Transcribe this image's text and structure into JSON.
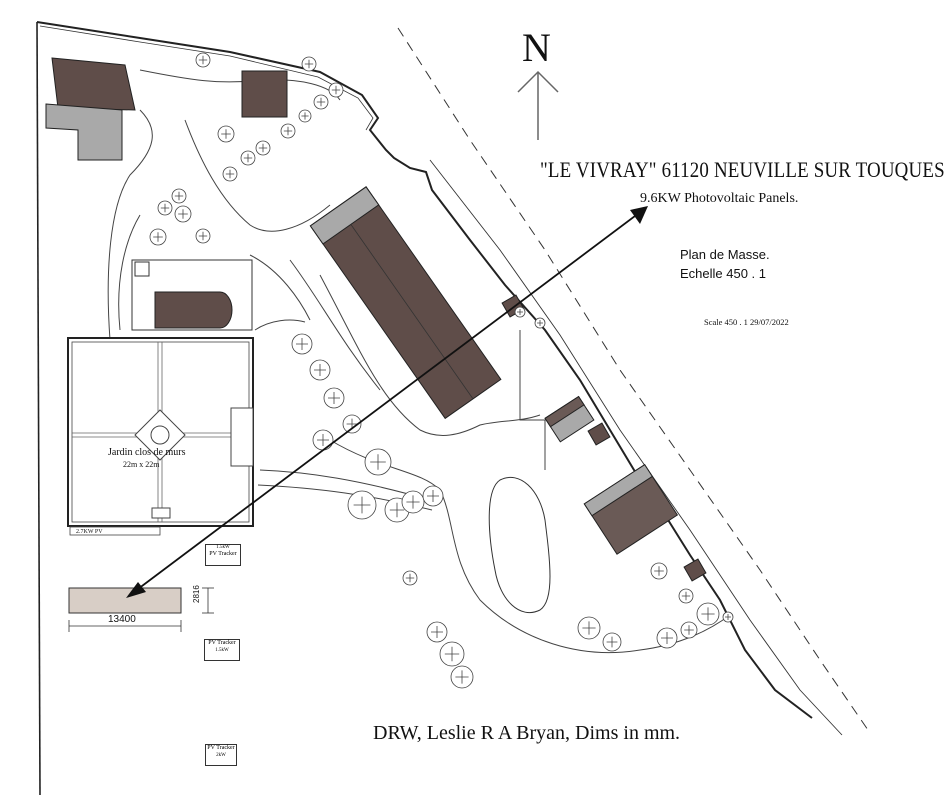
{
  "title": "\"LE VIVRAY\"  61120 NEUVILLE SUR TOUQUES",
  "subtitle": "9.6KW Photovoltaic Panels.",
  "plan_label": "Plan de Masse.",
  "scale_label": "Echelle 450 .  1",
  "scale_date": "Scale 450 . 1   29/07/2022",
  "author": "DRW, Leslie R A Bryan, Dims in mm.",
  "north_label": "N",
  "garden": {
    "name": "Jardin clos de murs",
    "dims": "22m x 22m"
  },
  "pv_label": "2.7KW PV",
  "array_dims": {
    "length": "13400",
    "width": "2816"
  },
  "trackers": [
    {
      "name": "PV Tracker",
      "power": "1.5kW",
      "power_first": true
    },
    {
      "name": "PV Tracker",
      "power": "1.5kW",
      "power_first": false
    },
    {
      "name": "PV Tracker",
      "power": "2kW",
      "power_first": false
    }
  ],
  "colors": {
    "roof": "#5f4d49",
    "roof_light": "#a9a9a9",
    "panel": "#d8cec6",
    "line": "#1a1a1a"
  },
  "icons": [
    "north-arrow-icon",
    "tree-icon"
  ]
}
